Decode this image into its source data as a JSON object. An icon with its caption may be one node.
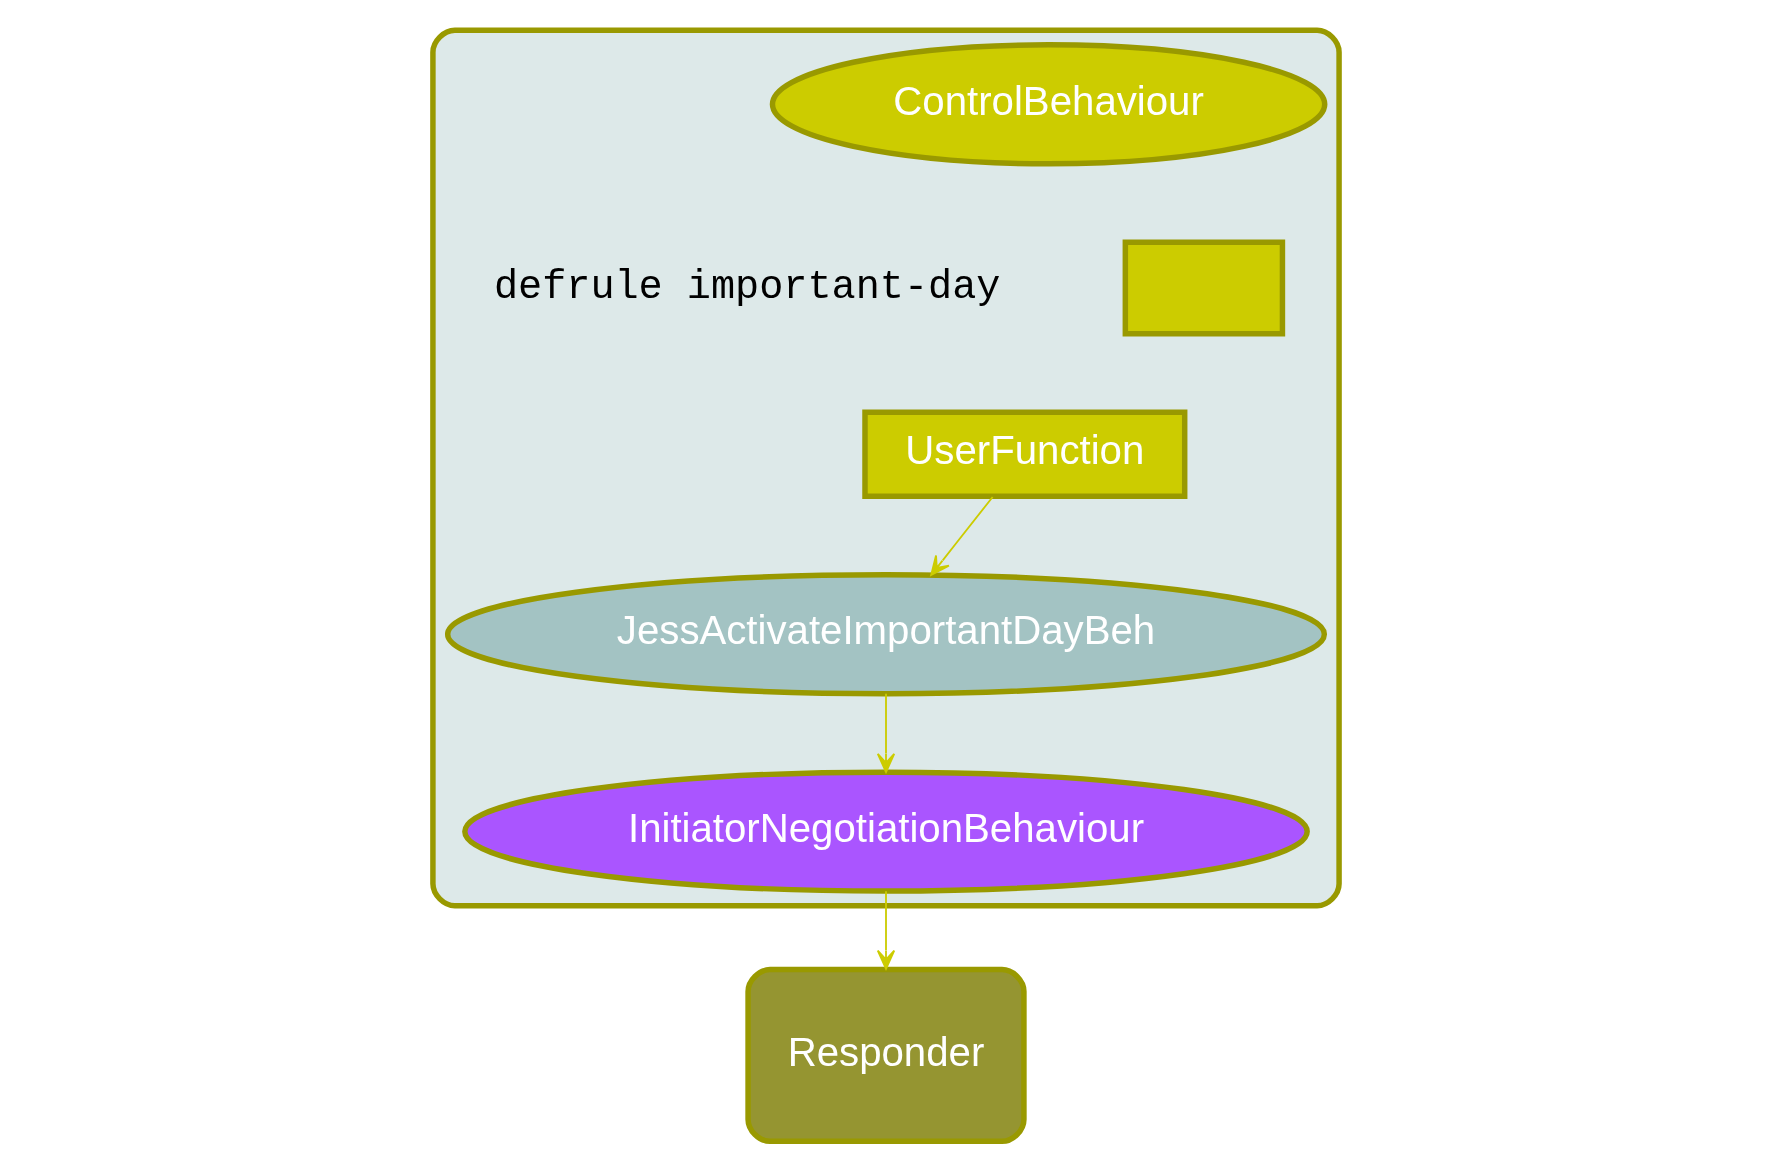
{
  "diagram": {
    "nodes": [
      {
        "text": [],
        "shape": "box"
      },
      {
        "text": [
          "ControlBehaviour"
        ],
        "in": 0
      },
      {
        "text": [],
        "shape": "box",
        "in": 0
      },
      {
        "text": [
          "UserFunction"
        ],
        "in": 0
      },
      {
        "text": [
          "JessActivateImportantDayBeh"
        ],
        "in": 0
      },
      {
        "text": [
          "InitiatorNegotiationBehaviour"
        ],
        "in": 0
      },
      {
        "text": [
          "Responder"
        ]
      }
    ],
    "edges": [
      {
        "from": 3,
        "to": 4,
        "arrow": "to"
      },
      {
        "from": 4,
        "to": 5,
        "arrow": "to"
      },
      {
        "from": 5,
        "to": 6,
        "arrow": "to"
      }
    ],
    "labels": [
      "defrule important-day"
    ]
  }
}
